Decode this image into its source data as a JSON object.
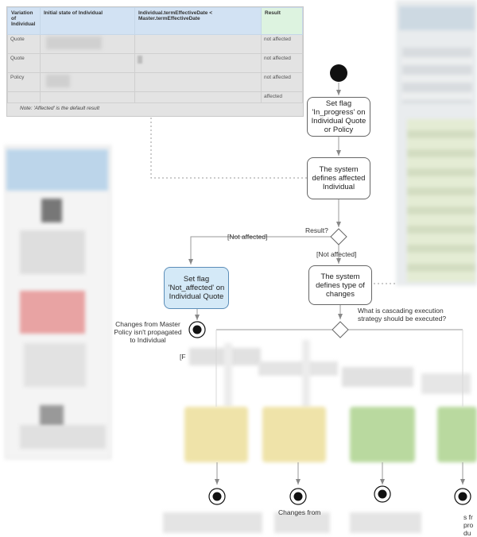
{
  "table": {
    "headers": [
      "Variation of Individual",
      "Initial state of Individual",
      "Individual.termEffectiveDate < Master.termEffectiveDate",
      "Result"
    ],
    "rows": [
      {
        "variation": "Quote",
        "result": "not affected"
      },
      {
        "variation": "Quote",
        "result": "not affected"
      },
      {
        "variation": "Policy",
        "result": "not affected"
      },
      {
        "variation": "",
        "result": "affected"
      }
    ],
    "note": "Note: 'Affected' is the default result"
  },
  "flow": {
    "set_flag_in_progress": "Set flag 'In_progress' on Individual Quote or Policy",
    "defines_affected": "The system defines affected Individual",
    "result_question": "Result?",
    "not_affected_label": "[Not affected]",
    "not_affected_label_2": "[Not affected]",
    "set_flag_not_affected": "Set flag 'Not_affected' on Individual Quote",
    "defines_type": "The system defines type of changes",
    "cascading_question": "What is cascading execution strategy should be executed?",
    "changes_not_propagated": "Changes from Master Policy isn't propagated to Individual",
    "partial_bracket": "[F",
    "partial_changes_from": "Changes from",
    "partial_right_1": "s fr",
    "partial_right_2": "pro",
    "partial_right_3": "du"
  },
  "colors": {
    "table_header": "#d2e2f3",
    "result_header": "#ddf3e0",
    "blue_node": "#d4e9f7",
    "yellow_node": "#efe3a9",
    "green_node": "#b9d99f",
    "red_block": "#e8a3a3"
  }
}
